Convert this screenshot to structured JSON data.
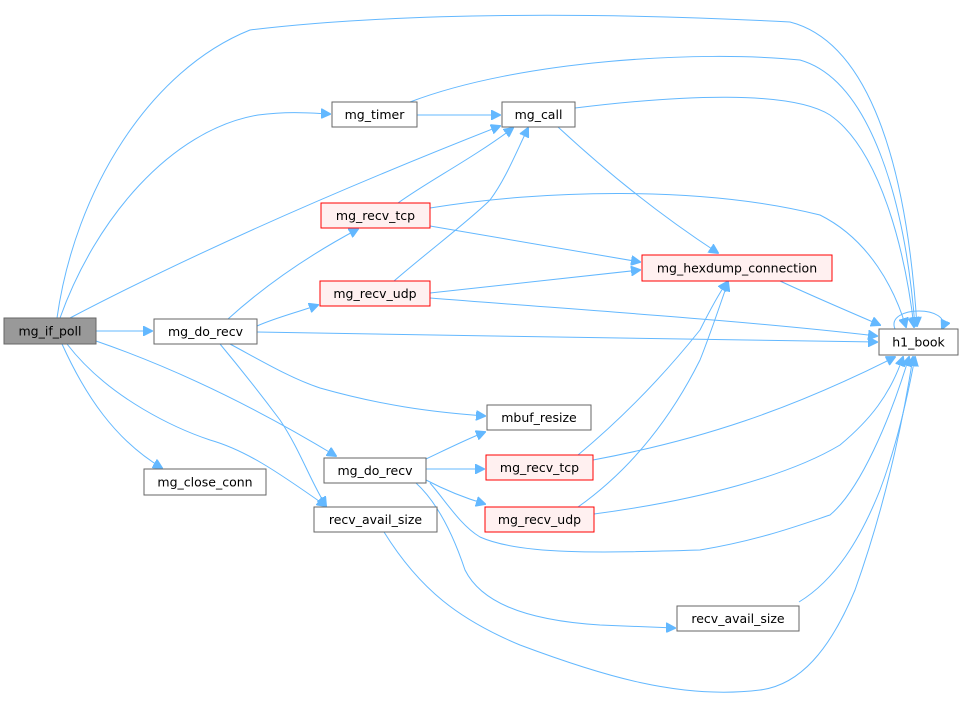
{
  "colors": {
    "edge": "#63b8ff",
    "root_fill": "#999999",
    "root_stroke": "#666666",
    "node_fill": "#ffffff",
    "node_stroke": "#666666",
    "partial_fill": "#fff0f0",
    "partial_stroke": "#ff0000"
  },
  "nodes": [
    {
      "id": "mg_if_poll",
      "label": "mg_if_poll",
      "kind": "root"
    },
    {
      "id": "mg_timer",
      "label": "mg_timer",
      "kind": "normal"
    },
    {
      "id": "mg_call",
      "label": "mg_call",
      "kind": "normal"
    },
    {
      "id": "mg_recv_tcp_1",
      "label": "mg_recv_tcp",
      "kind": "partial"
    },
    {
      "id": "mg_recv_udp_1",
      "label": "mg_recv_udp",
      "kind": "partial"
    },
    {
      "id": "mg_hexdump_connection",
      "label": "mg_hexdump_connection",
      "kind": "partial"
    },
    {
      "id": "mg_do_recv_1",
      "label": "mg_do_recv",
      "kind": "normal"
    },
    {
      "id": "h1_book",
      "label": "h1_book",
      "kind": "normal"
    },
    {
      "id": "mbuf_resize",
      "label": "mbuf_resize",
      "kind": "normal"
    },
    {
      "id": "mg_do_recv_2",
      "label": "mg_do_recv",
      "kind": "normal"
    },
    {
      "id": "mg_recv_tcp_2",
      "label": "mg_recv_tcp",
      "kind": "partial"
    },
    {
      "id": "mg_close_conn",
      "label": "mg_close_conn",
      "kind": "normal"
    },
    {
      "id": "recv_avail_size_1",
      "label": "recv_avail_size",
      "kind": "normal"
    },
    {
      "id": "mg_recv_udp_2",
      "label": "mg_recv_udp",
      "kind": "partial"
    },
    {
      "id": "recv_avail_size_2",
      "label": "recv_avail_size",
      "kind": "normal"
    }
  ],
  "edges": [
    {
      "from": "mg_if_poll",
      "to": "h1_book"
    },
    {
      "from": "mg_if_poll",
      "to": "mg_timer"
    },
    {
      "from": "mg_if_poll",
      "to": "mg_call"
    },
    {
      "from": "mg_if_poll",
      "to": "mg_do_recv_1"
    },
    {
      "from": "mg_if_poll",
      "to": "mg_do_recv_2"
    },
    {
      "from": "mg_if_poll",
      "to": "mg_close_conn"
    },
    {
      "from": "mg_if_poll",
      "to": "recv_avail_size_1"
    },
    {
      "from": "mg_timer",
      "to": "mg_call"
    },
    {
      "from": "mg_timer",
      "to": "h1_book"
    },
    {
      "from": "mg_call",
      "to": "h1_book"
    },
    {
      "from": "mg_call",
      "to": "mg_hexdump_connection"
    },
    {
      "from": "mg_recv_tcp_1",
      "to": "mg_call"
    },
    {
      "from": "mg_recv_tcp_1",
      "to": "h1_book"
    },
    {
      "from": "mg_recv_tcp_1",
      "to": "mg_hexdump_connection"
    },
    {
      "from": "mg_recv_udp_1",
      "to": "mg_call"
    },
    {
      "from": "mg_recv_udp_1",
      "to": "mg_hexdump_connection"
    },
    {
      "from": "mg_recv_udp_1",
      "to": "h1_book"
    },
    {
      "from": "mg_hexdump_connection",
      "to": "h1_book"
    },
    {
      "from": "mg_do_recv_1",
      "to": "mg_recv_tcp_1"
    },
    {
      "from": "mg_do_recv_1",
      "to": "mg_recv_udp_1"
    },
    {
      "from": "mg_do_recv_1",
      "to": "h1_book"
    },
    {
      "from": "mg_do_recv_1",
      "to": "mbuf_resize"
    },
    {
      "from": "mg_do_recv_1",
      "to": "recv_avail_size_1"
    },
    {
      "from": "h1_book",
      "to": "h1_book"
    },
    {
      "from": "mg_do_recv_2",
      "to": "mbuf_resize"
    },
    {
      "from": "mg_do_recv_2",
      "to": "mg_recv_tcp_2"
    },
    {
      "from": "mg_do_recv_2",
      "to": "mg_recv_udp_2"
    },
    {
      "from": "mg_do_recv_2",
      "to": "h1_book"
    },
    {
      "from": "mg_do_recv_2",
      "to": "recv_avail_size_2"
    },
    {
      "from": "mg_recv_tcp_2",
      "to": "mg_hexdump_connection"
    },
    {
      "from": "mg_recv_tcp_2",
      "to": "h1_book"
    },
    {
      "from": "mg_recv_udp_2",
      "to": "mg_hexdump_connection"
    },
    {
      "from": "mg_recv_udp_2",
      "to": "h1_book"
    },
    {
      "from": "recv_avail_size_1",
      "to": "h1_book"
    },
    {
      "from": "recv_avail_size_2",
      "to": "h1_book"
    }
  ]
}
